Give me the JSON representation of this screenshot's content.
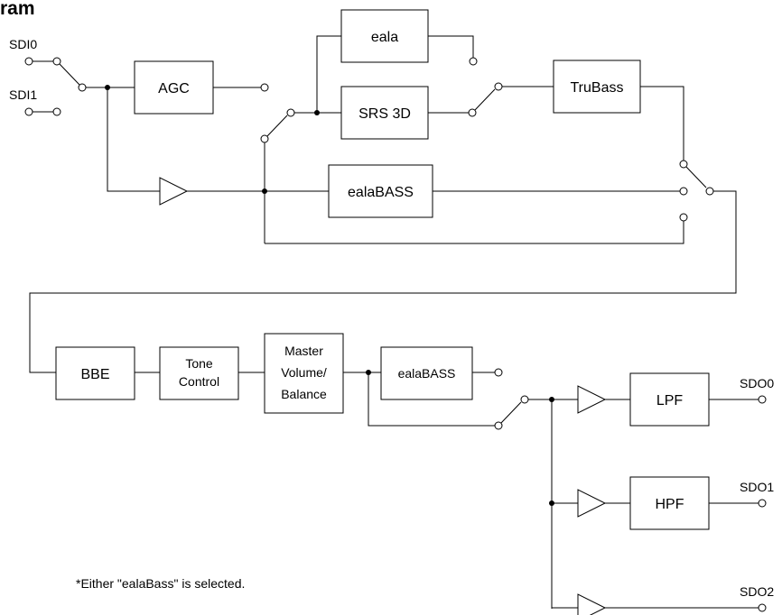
{
  "title": "ram",
  "inputs": {
    "sdi0": "SDI0",
    "sdi1": "SDI1"
  },
  "outputs": {
    "sdo0": "SDO0",
    "sdo1": "SDO1",
    "sdo2": "SDO2"
  },
  "blocks": {
    "agc": "AGC",
    "eala": "eala",
    "srs3d": "SRS 3D",
    "trubass": "TruBass",
    "ealabass_top": "ealaBASS",
    "bbe": "BBE",
    "tone_1": "Tone",
    "tone_2": "Control",
    "master_1": "Master",
    "master_2": "Volume/",
    "master_3": "Balance",
    "ealabass_bottom": "ealaBASS",
    "lpf": "LPF",
    "hpf": "HPF"
  },
  "note": "*Either \"ealaBass\" is selected."
}
